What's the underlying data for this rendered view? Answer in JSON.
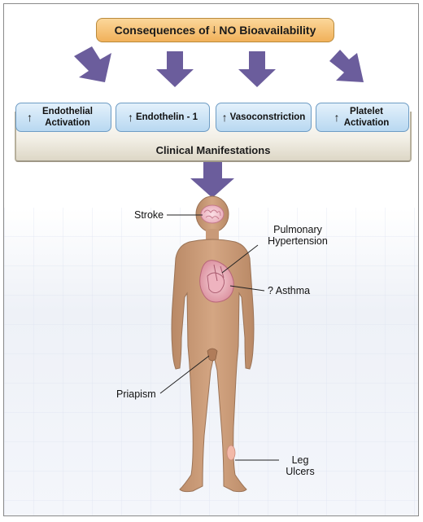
{
  "header": {
    "prefix": "Consequences of",
    "glyph": "↓",
    "suffix": "NO Bioavailability"
  },
  "effects": [
    {
      "glyph": "↑",
      "label": "Endothelial Activation"
    },
    {
      "glyph": "↑",
      "label": "Endothelin - 1"
    },
    {
      "glyph": "↑",
      "label": "Vasoconstriction"
    },
    {
      "glyph": "↑",
      "label": "Platelet Activation"
    }
  ],
  "tray": {
    "label": "Clinical Manifestations"
  },
  "manifestations": {
    "stroke": "Stroke",
    "pulmonary": "Pulmonary Hypertension",
    "asthma": "? Asthma",
    "priapism": "Priapism",
    "leg_ulcers": "Leg Ulcers"
  },
  "colors": {
    "arrow": "#6b5d9c",
    "header": "#f3b865",
    "effect_box": "#c6e0f5",
    "skin": "#c99a78"
  }
}
